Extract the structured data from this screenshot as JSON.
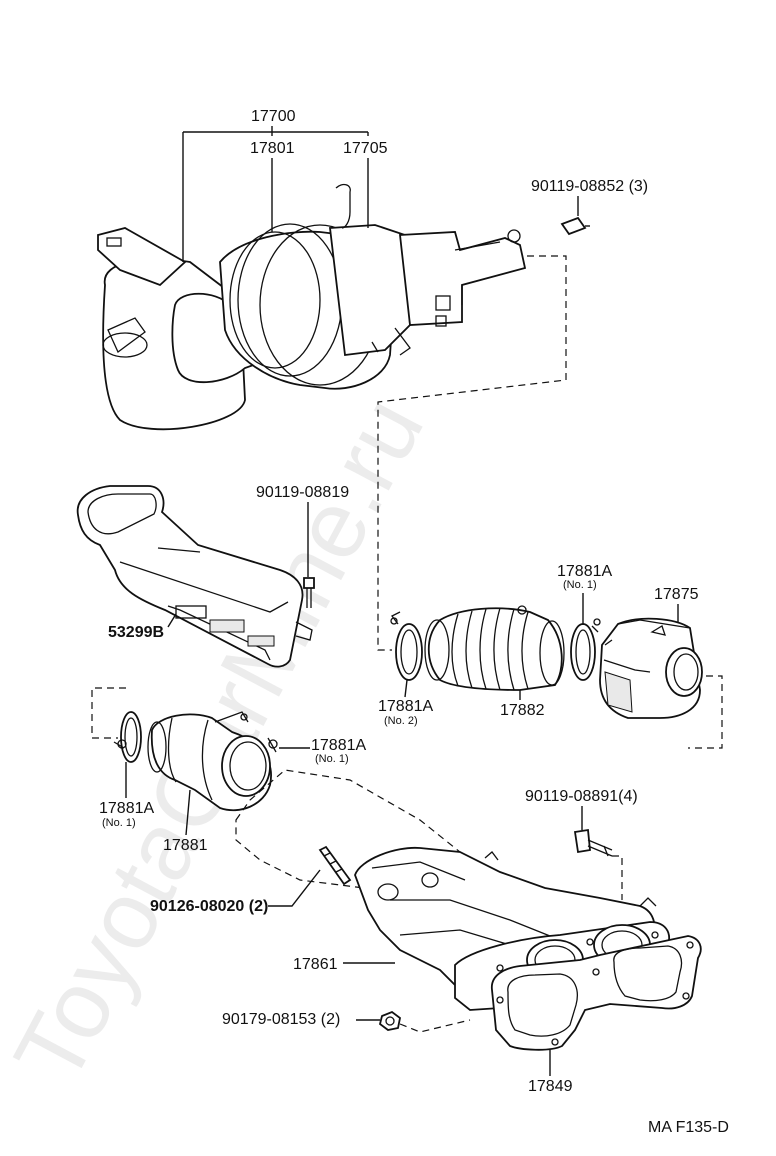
{
  "watermark": "ToyotaCarMine.ru",
  "diagram_code": "MA  F135-D",
  "labels": {
    "p17700": "17700",
    "p17801": "17801",
    "p17705": "17705",
    "b90119_08852": "90119-08852 (3)",
    "b90119_08819": "90119-08819",
    "p53299b": "53299B",
    "p17881a_top": "17881A",
    "p17881a_top_sub": "(No. 1)",
    "p17875": "17875",
    "p17881a_no2": "17881A",
    "p17881a_no2_sub": "(No. 2)",
    "p17882": "17882",
    "p17881a_mid": "17881A",
    "p17881a_mid_sub": "(No. 1)",
    "p17881a_left": "17881A",
    "p17881a_left_sub": "(No. 1)",
    "p17881": "17881",
    "b90119_08891": "90119-08891(4)",
    "s90126_08020": "90126-08020 (2)",
    "p17861": "17861",
    "n90179_08153": "90179-08153 (2)",
    "p17849": "17849"
  }
}
